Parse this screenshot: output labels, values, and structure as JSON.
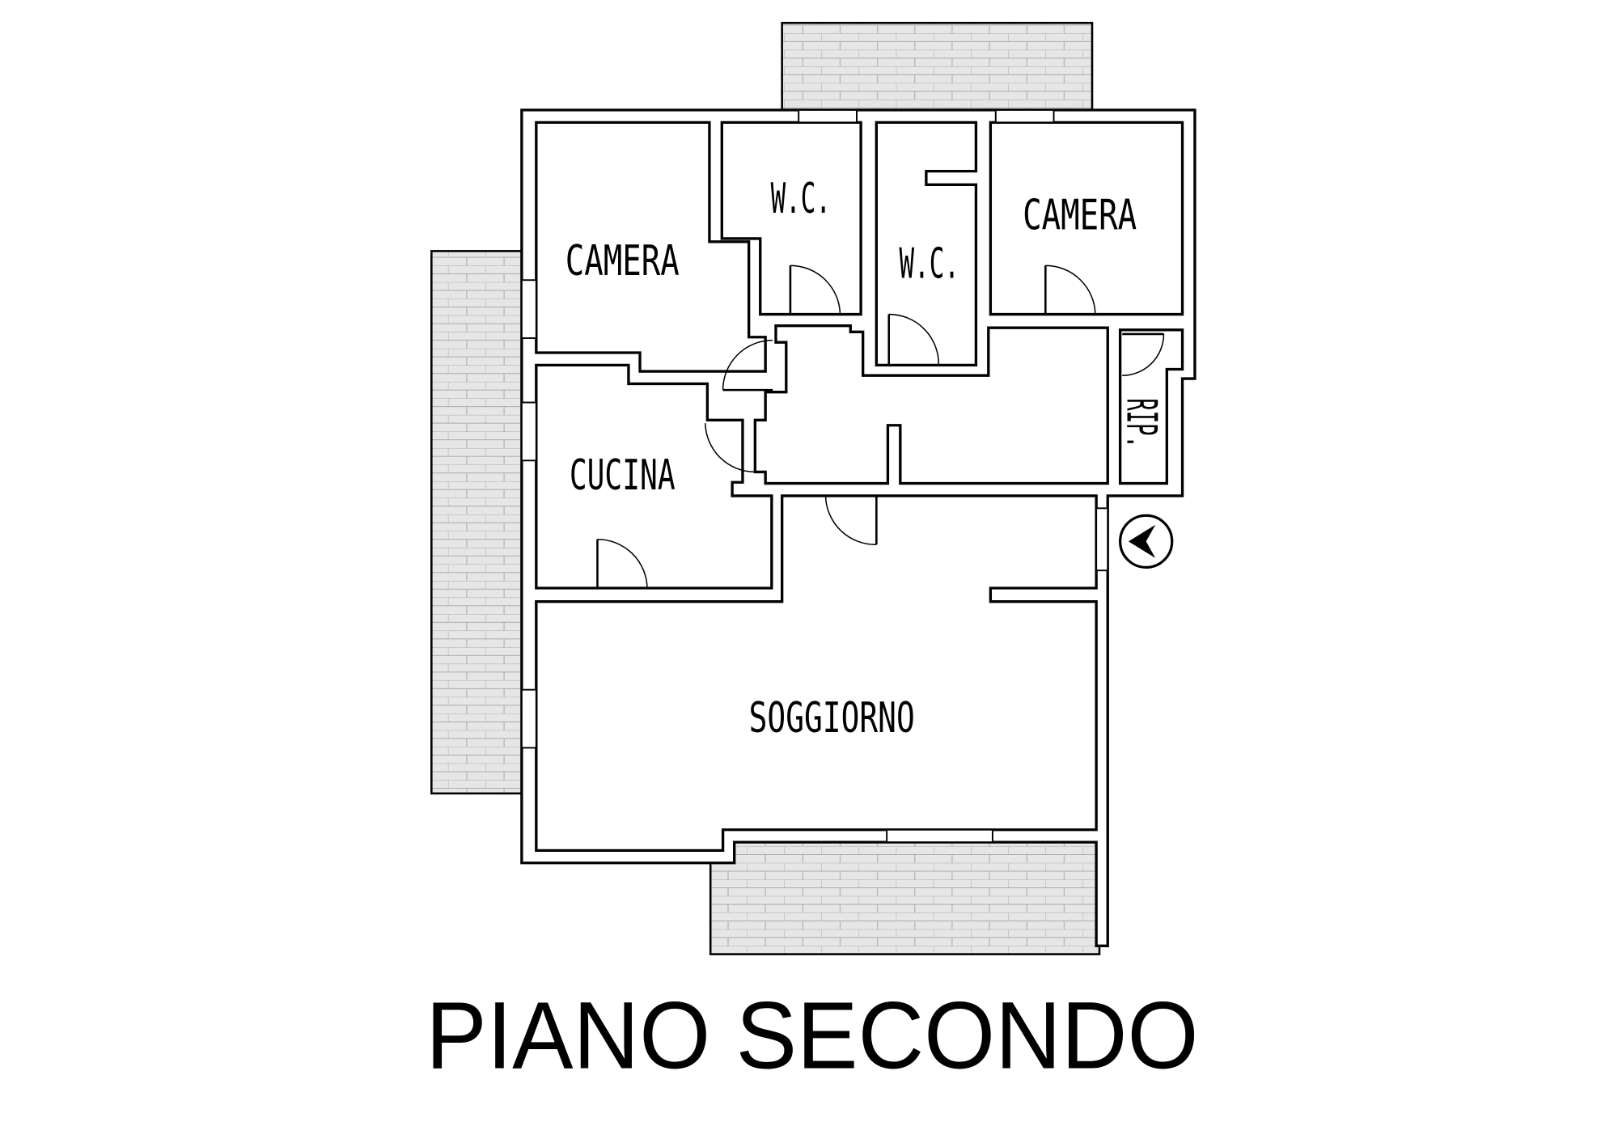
{
  "plan": {
    "title": "PIANO SECONDO",
    "rooms": {
      "camera_left": "CAMERA",
      "wc_left": "W.C.",
      "wc_right": "W.C.",
      "camera_right": "CAMERA",
      "cucina": "CUCINA",
      "ripostiglio": "RIP.",
      "soggiorno": "SOGGIORNO"
    },
    "colors": {
      "balcony": "#e6e6e6",
      "line": "#000000"
    },
    "icons": {
      "entrance": "entrance-arrow-icon"
    }
  }
}
